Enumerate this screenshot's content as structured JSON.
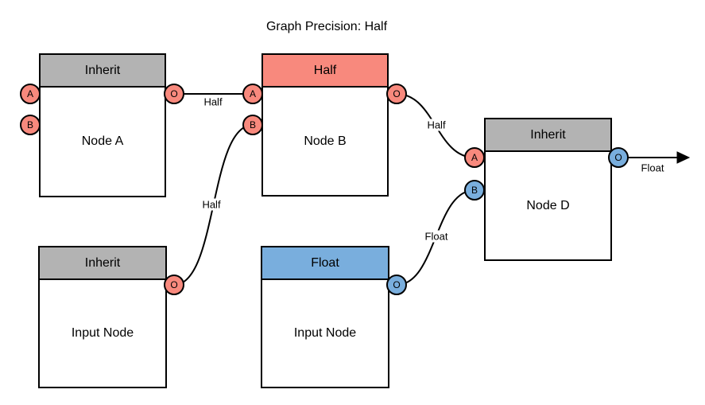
{
  "title": "Graph Precision: Half",
  "colors": {
    "salmon": "#f8897d",
    "blue": "#79aedd",
    "gray_header": "#b3b3b3",
    "stroke": "#000000",
    "background": "#ffffff"
  },
  "nodes": [
    {
      "name": "Node A",
      "header": "Inherit",
      "label": "Node A",
      "ports": [
        "A",
        "B",
        "O"
      ]
    },
    {
      "name": "Node B",
      "header": "Half",
      "label": "Node B",
      "ports": [
        "A",
        "B",
        "O"
      ]
    },
    {
      "name": "Node D",
      "header": "Inherit",
      "label": "Node D",
      "ports": [
        "A",
        "B",
        "O"
      ]
    },
    {
      "name": "Input Node 1",
      "header": "Inherit",
      "label": "Input Node",
      "ports": [
        "O"
      ]
    },
    {
      "name": "Input Node 2",
      "header": "Float",
      "label": "Input Node",
      "ports": [
        "O"
      ]
    }
  ],
  "edges": [
    {
      "from": "Node A:O",
      "to": "Node B:A",
      "label": "Half"
    },
    {
      "from": "Input Node 1:O",
      "to": "Node B:B",
      "label": "Half"
    },
    {
      "from": "Node B:O",
      "to": "Node D:A",
      "label": "Half"
    },
    {
      "from": "Input Node 2:O",
      "to": "Node D:B",
      "label": "Float"
    },
    {
      "from": "Node D:O",
      "to": "graph output",
      "label": "Float"
    }
  ]
}
